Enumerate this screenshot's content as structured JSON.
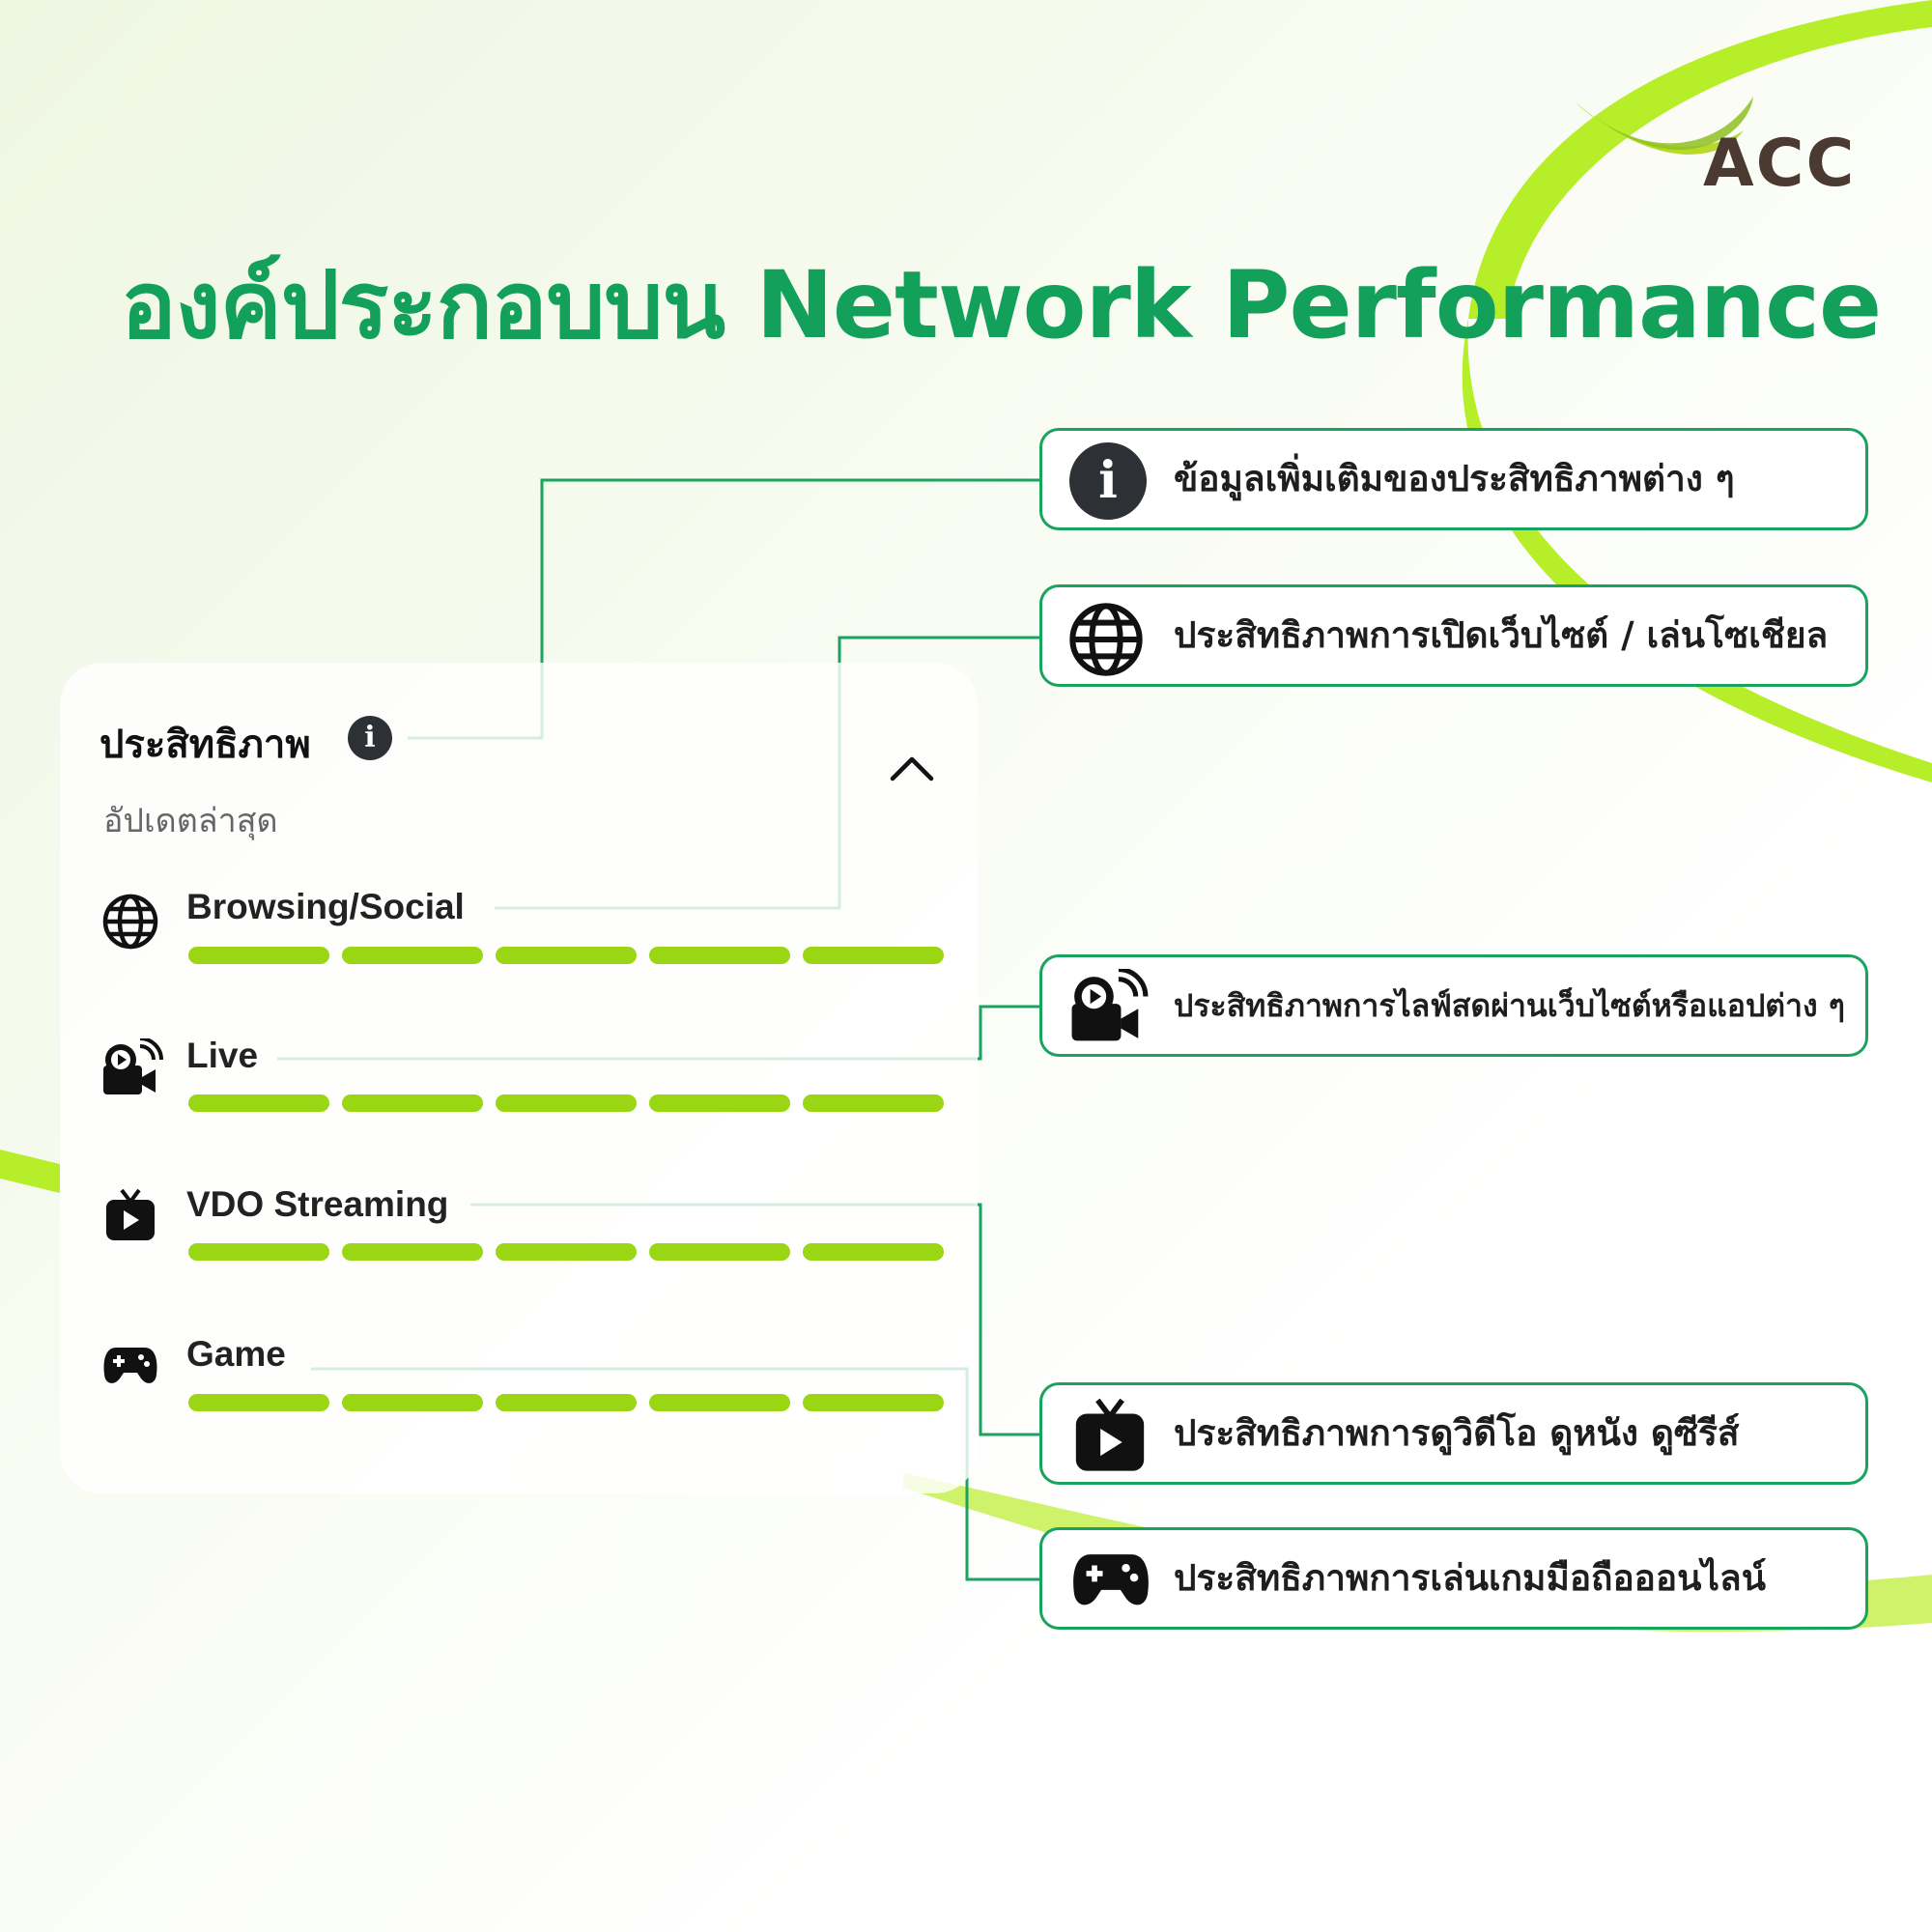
{
  "brand": {
    "logo_text": "ACC",
    "title": "องค์ประกอบบน Network Performance",
    "colors": {
      "title_green": "#13a05a",
      "bar_lime": "#9ad614",
      "ribbon_lime": "#b7ee2a",
      "border_green": "#1aa35f",
      "logo_brown": "#4a3a32"
    }
  },
  "panel": {
    "heading": "ประสิทธิภาพ",
    "info_icon": "i",
    "subtitle": "อัปเดตล่าสุด",
    "collapse_icon": "chevron-up-icon",
    "rows": [
      {
        "label": "Browsing/Social",
        "icon": "globe-icon",
        "bar_count": 5,
        "filled": 5
      },
      {
        "label": "Live",
        "icon": "live-camera-icon",
        "bar_count": 5,
        "filled": 5
      },
      {
        "label": "VDO Streaming",
        "icon": "tv-play-icon",
        "bar_count": 5,
        "filled": 5
      },
      {
        "label": "Game",
        "icon": "gamepad-icon",
        "bar_count": 5,
        "filled": 5
      }
    ]
  },
  "callouts": [
    {
      "text": "ข้อมูลเพิ่มเติมของประสิทธิภาพต่าง ๆ",
      "icon": "info-icon",
      "icon_glyph": "i"
    },
    {
      "text": "ประสิทธิภาพการเปิดเว็บไซต์ / เล่นโซเชียล",
      "icon": "globe-icon"
    },
    {
      "text": "ประสิทธิภาพการไลฟ์สดผ่านเว็บไซต์หรือแอปต่าง ๆ",
      "icon": "live-camera-icon"
    },
    {
      "text": "ประสิทธิภาพการดูวิดีโอ ดูหนัง ดูซีรีส์",
      "icon": "tv-play-icon"
    },
    {
      "text": "ประสิทธิภาพการเล่นเกมมือถือออนไลน์",
      "icon": "gamepad-icon"
    }
  ]
}
